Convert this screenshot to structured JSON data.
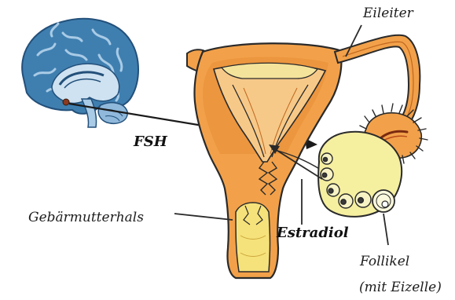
{
  "labels": {
    "eileiter": "Eileiter",
    "fsh": "FSH",
    "gebaermutterhals": "Gebärmutterhals",
    "estradiol": "Estradiol",
    "follikel_line1": "Follikel",
    "follikel_line2": "(mit Eizelle)"
  },
  "colors": {
    "brain_blue": "#3f7fb0",
    "brain_light": "#a9cbe6",
    "uterus_orange": "#f2a14a",
    "uterus_dark": "#d9822b",
    "cervix_yellow": "#f6e27a",
    "ovary_yellow": "#f5efa0",
    "fimbriae": "#e88a2e",
    "outline": "#2a2a2a"
  }
}
